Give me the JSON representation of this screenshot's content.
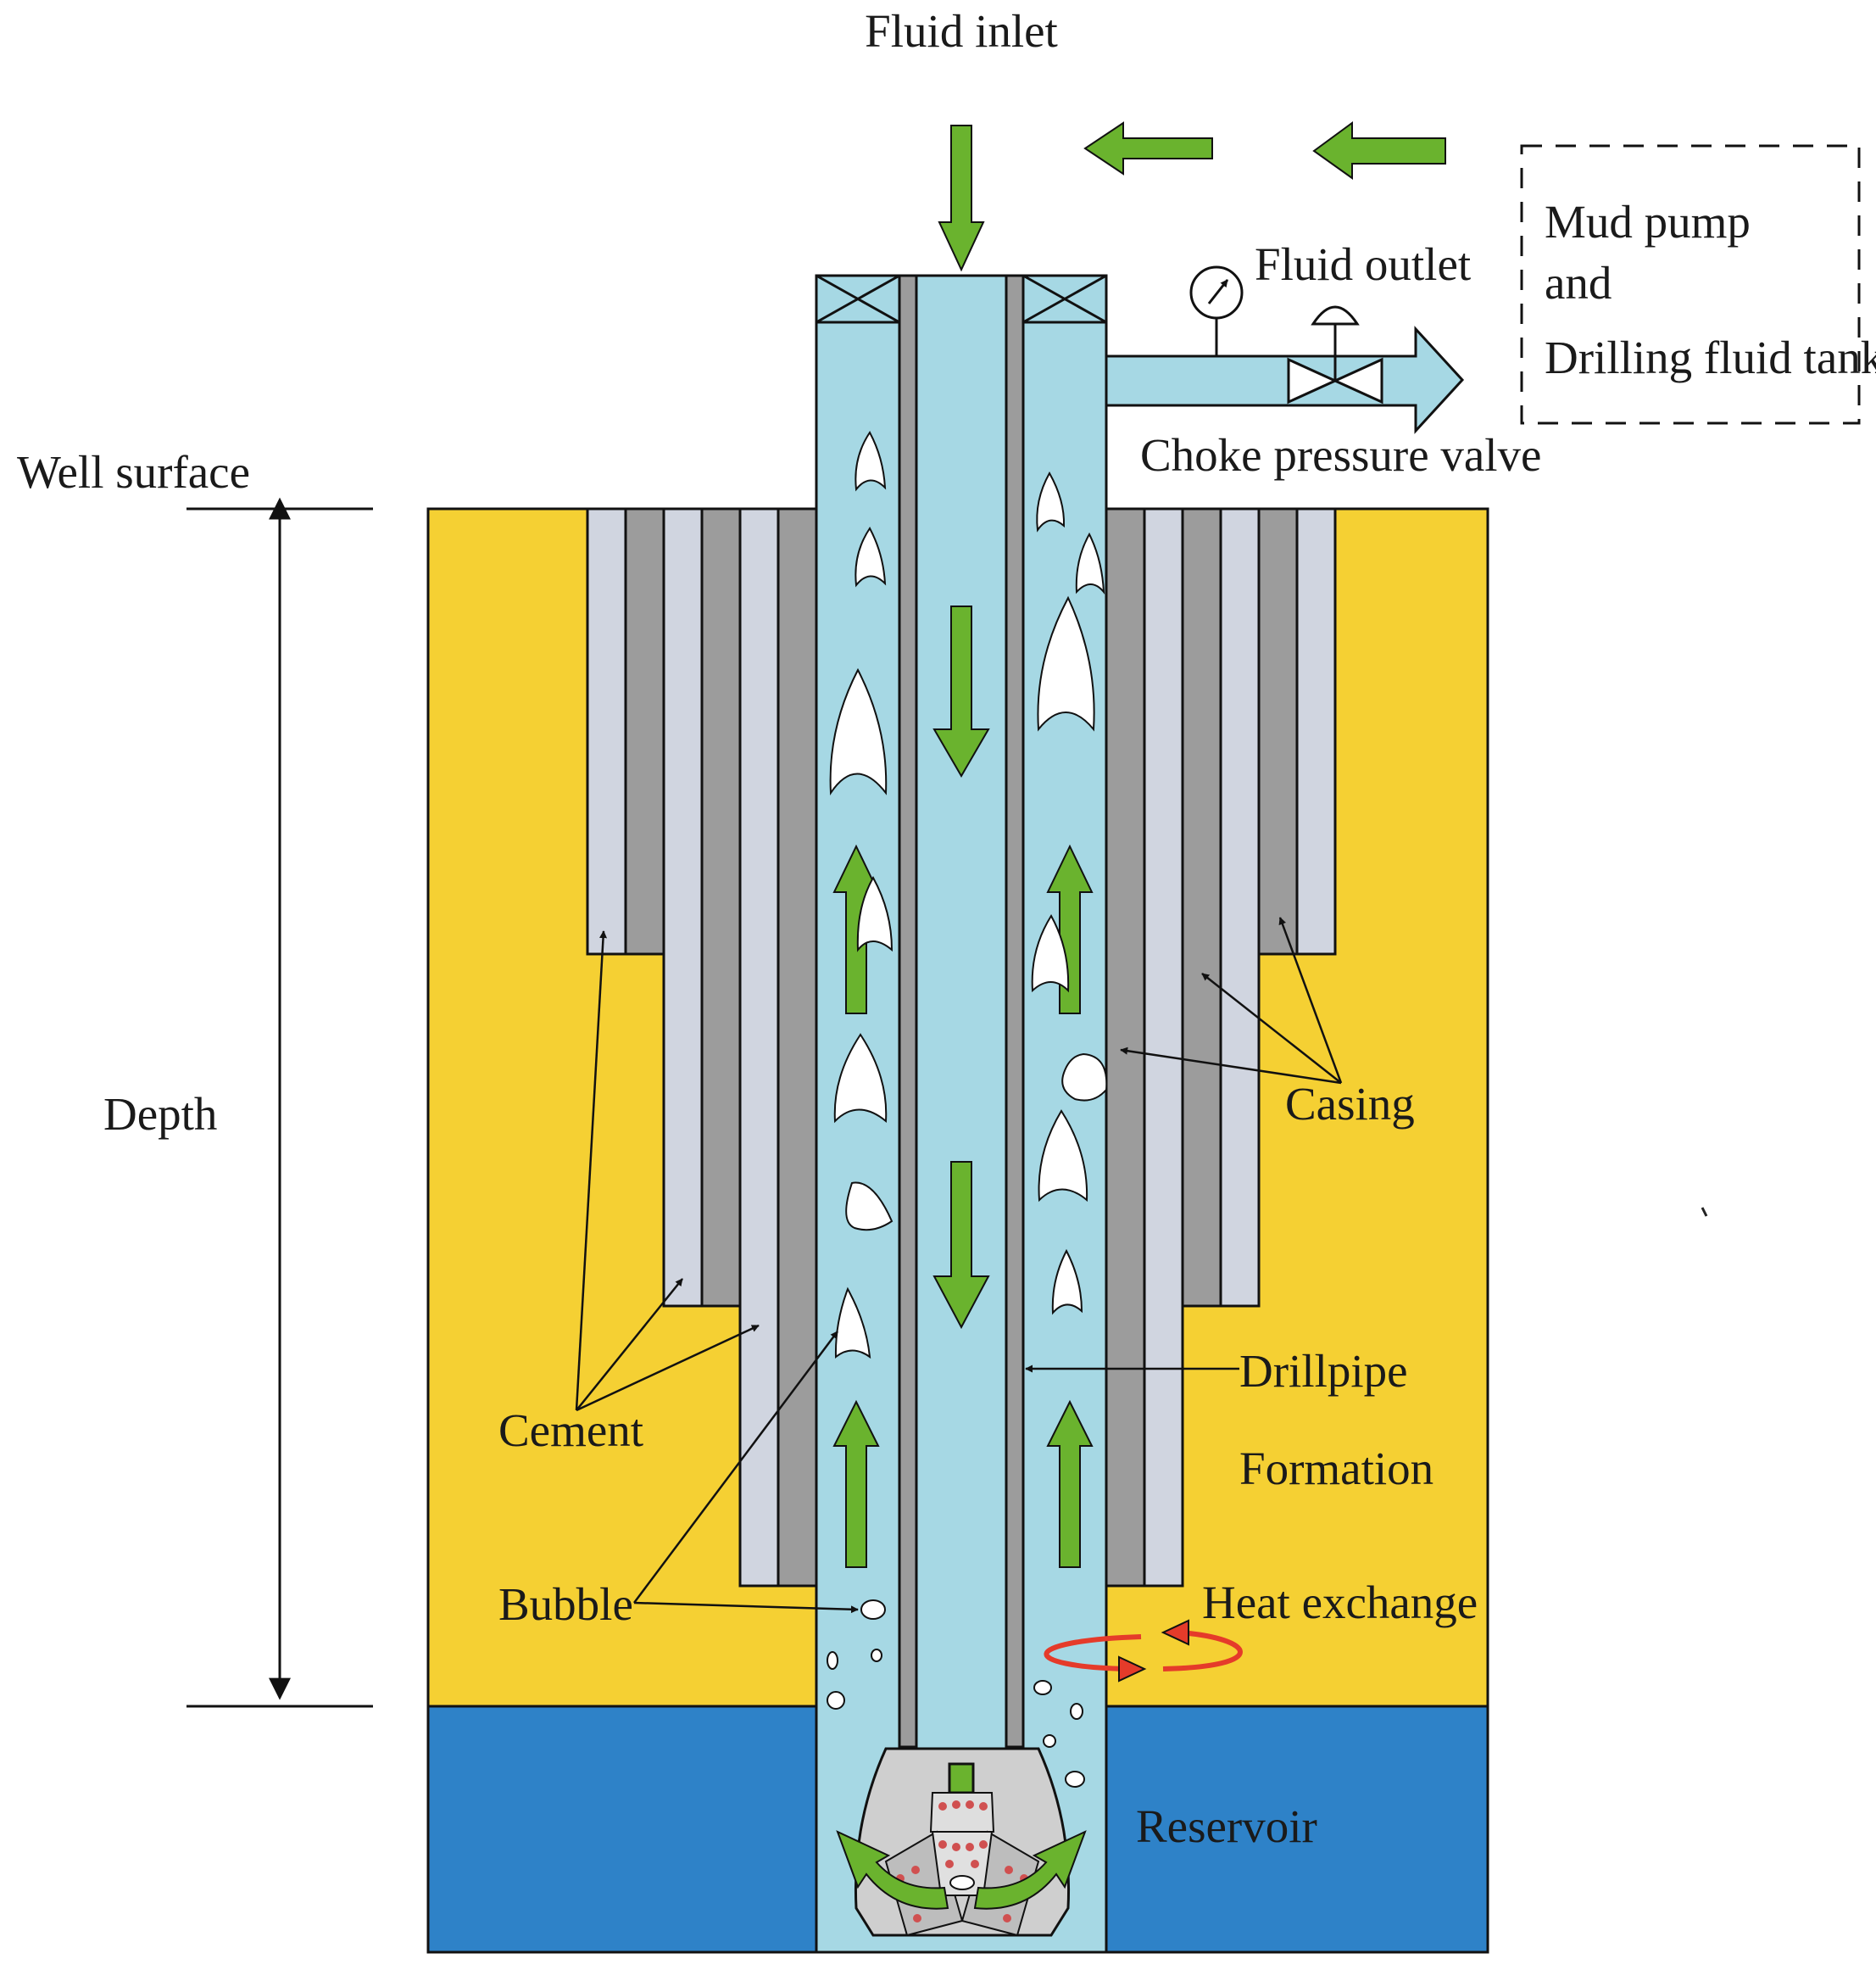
{
  "labels": {
    "fluid_inlet": "Fluid inlet",
    "fluid_outlet": "Fluid outlet",
    "mud_pump_line1": "Mud pump",
    "mud_pump_line2": "and",
    "mud_pump_line3": "Drilling fluid tank",
    "choke_valve": "Choke pressure valve",
    "well_surface": "Well surface",
    "depth": "Depth",
    "casing": "Casing",
    "drillpipe": "Drillpipe",
    "formation": "Formation",
    "cement": "Cement",
    "bubble": "Bubble",
    "heat_exchange": "Heat exchange",
    "reservoir": "Reservoir"
  },
  "colors": {
    "formation": "#f5d033",
    "reservoir": "#2e82c8",
    "fluid": "#a6d8e4",
    "casing": "#9c9c9c",
    "cement": "#d0d5e0",
    "flow_arrow": "#6ab32e",
    "heat_arrow": "#e53b2a",
    "bit": "#cfcfcf"
  },
  "icons": {
    "pressure_gauge": "pressure-gauge-icon",
    "choke_valve": "valve-icon",
    "drill_bit": "drill-bit-icon"
  }
}
